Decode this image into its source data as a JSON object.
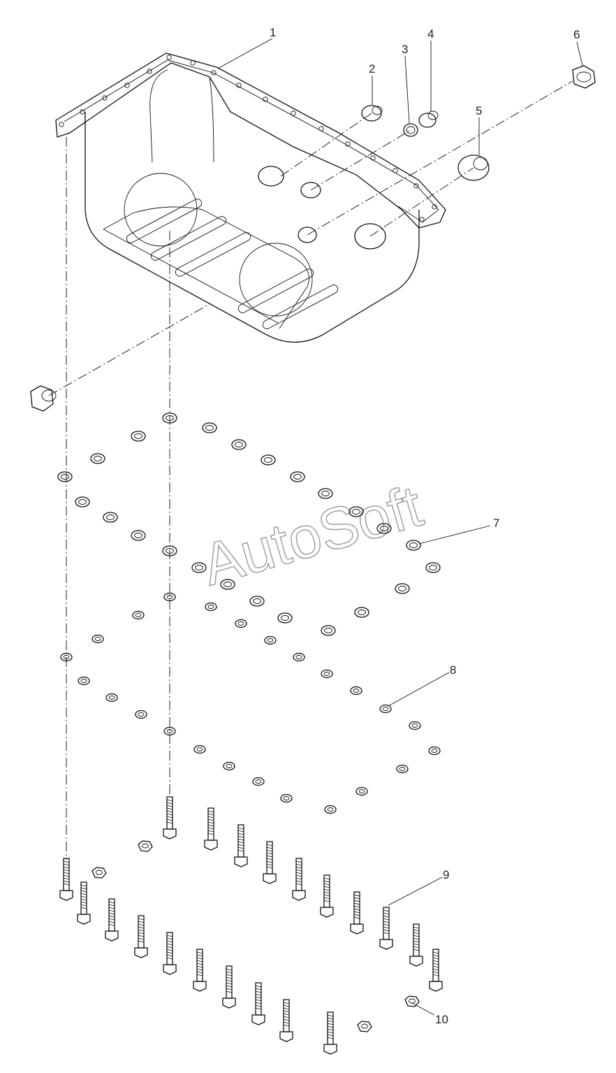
{
  "diagram": {
    "watermark": "AutoSoft",
    "callouts": [
      {
        "id": "1",
        "label": "1"
      },
      {
        "id": "2",
        "label": "2"
      },
      {
        "id": "3",
        "label": "3"
      },
      {
        "id": "4",
        "label": "4"
      },
      {
        "id": "5",
        "label": "5"
      },
      {
        "id": "6",
        "label": "6"
      },
      {
        "id": "7",
        "label": "7"
      },
      {
        "id": "8",
        "label": "8"
      },
      {
        "id": "9",
        "label": "9"
      },
      {
        "id": "10",
        "label": "10"
      }
    ]
  }
}
